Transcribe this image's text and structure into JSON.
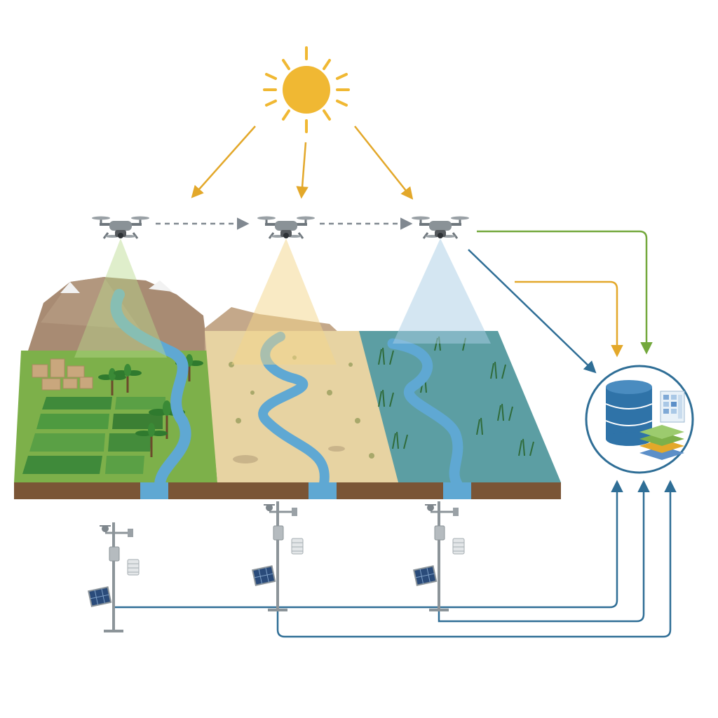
{
  "colors": {
    "sun": "#F0B833",
    "sun_ray": "#F0B833",
    "arrow_sun": "#E3A82A",
    "drone_body": "#7E868C",
    "flight_path": "#808890",
    "beam_oasis": "#B9D98B",
    "beam_desert": "#F3D58A",
    "beam_wetland": "#A9CDE6",
    "link_green": "#73A83C",
    "link_yellow": "#E3A82A",
    "link_blue": "#2F6E96",
    "river": "#5FA8D3",
    "oasis_ground": "#7DB04A",
    "desert_ground": "#E7D3A2",
    "wetland_ground": "#5C9EA3",
    "soil": "#7A5536",
    "mountain": "#A88B73",
    "database": "#2F73A8"
  },
  "zones": [
    {
      "id": "oasis",
      "icon": "palm-tree-icon"
    },
    {
      "id": "desert",
      "icon": "desert-shrub-icon"
    },
    {
      "id": "wetland",
      "icon": "reed-icon"
    }
  ],
  "drones": [
    {
      "id": "drone-oasis",
      "icon": "drone-icon"
    },
    {
      "id": "drone-desert",
      "icon": "drone-icon"
    },
    {
      "id": "drone-wetland",
      "icon": "drone-icon"
    }
  ],
  "stations": [
    {
      "id": "station-oasis",
      "icon": "weather-station-icon"
    },
    {
      "id": "station-desert",
      "icon": "weather-station-icon"
    },
    {
      "id": "station-wetland",
      "icon": "weather-station-icon"
    }
  ],
  "hub": {
    "icons": [
      "database-icon",
      "map-sheet-icon",
      "map-layers-icon"
    ]
  }
}
